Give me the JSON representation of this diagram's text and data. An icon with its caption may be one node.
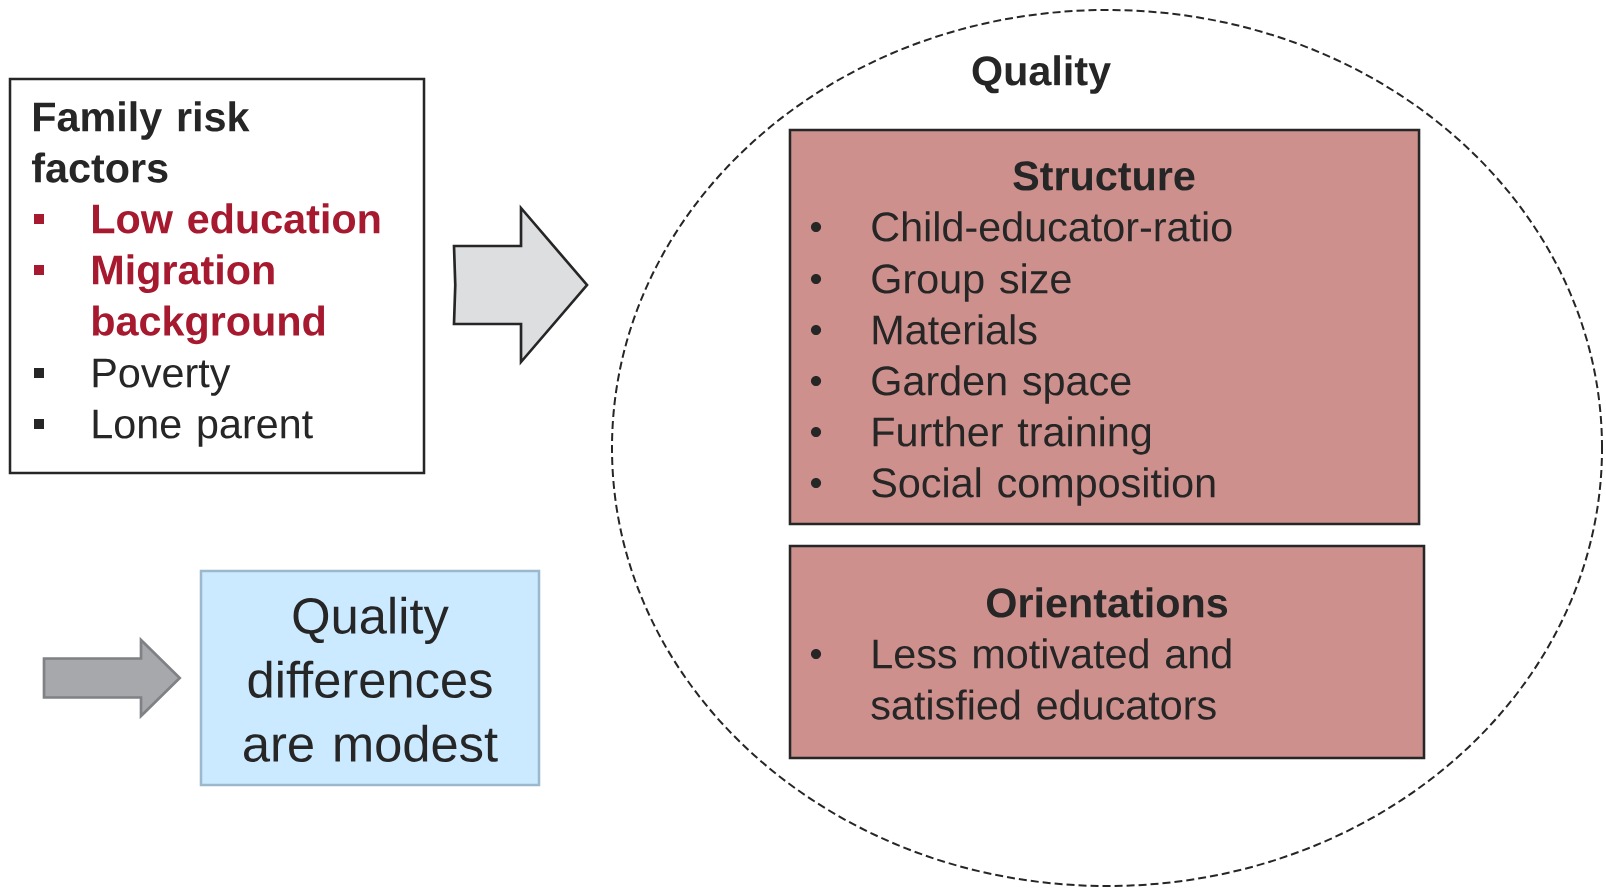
{
  "diagram": {
    "nodes": [
      {
        "text": [
          "Family risk factors",
          "Low education",
          "Migration background",
          "Poverty",
          "Lone parent"
        ]
      },
      {
        "text": [
          "Quality"
        ]
      },
      {
        "text": [
          "Structure",
          "Child-educator-ratio",
          "Group size",
          "Materials",
          "Garden space",
          "Further training",
          "Social composition"
        ],
        "in": 1
      },
      {
        "text": [
          "Orientations",
          "Less motivated and satisfied educators"
        ],
        "in": 1
      },
      {
        "text": [
          "Quality differences are modest"
        ]
      }
    ],
    "edges": [
      {
        "from": 0,
        "to": 1,
        "arrow": "to"
      },
      {
        "from": null,
        "to": 4,
        "arrow": "to"
      }
    ]
  }
}
